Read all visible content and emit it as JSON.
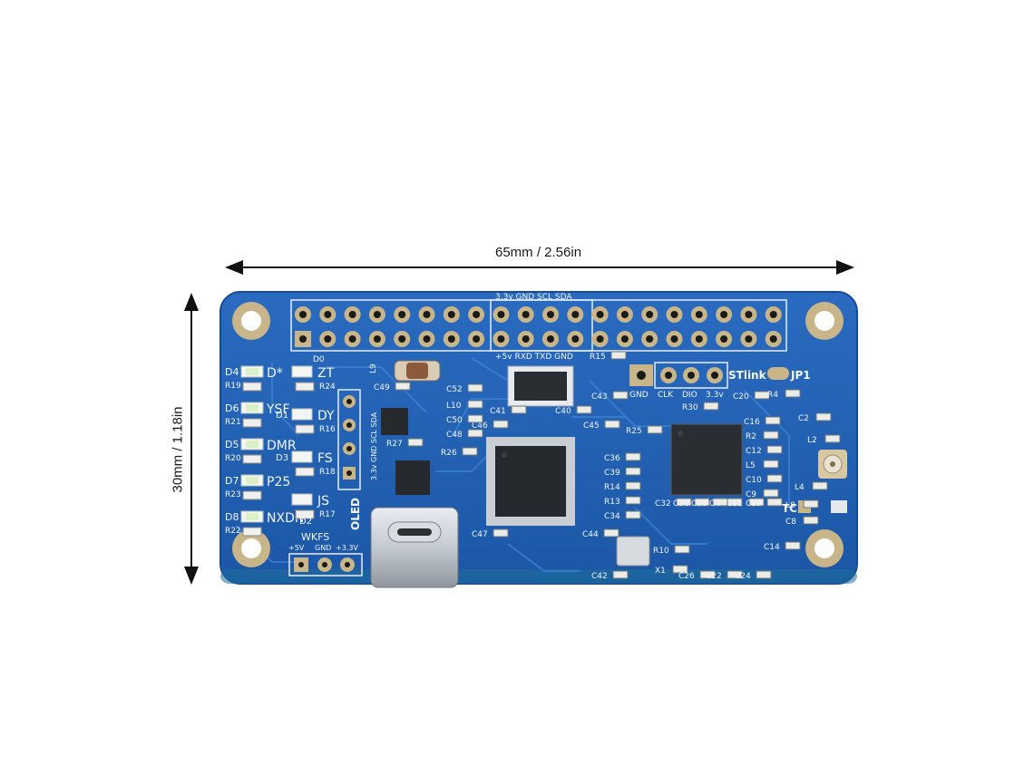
{
  "dimensions": {
    "width_text": "65mm / 2.56in",
    "height_text": "30mm / 1.18in"
  },
  "board": {
    "color": "#1f5fb0",
    "header_top_labels": "3.3v GND SCL SDA",
    "header_bottom_labels": "+5v RXD TXD GND",
    "d0": "D0",
    "l9": "L9",
    "stlink": "STlink",
    "jp1": "JP1",
    "stlink_pins": [
      "GND",
      "CLK",
      "DIO",
      "3.3v"
    ],
    "oled": "OLED",
    "oled_pins": "3.3v GND SCL SDA",
    "wkfs": "WKFS",
    "wkfs_pins": [
      "+5V",
      "GND",
      "+3.3V"
    ],
    "tc": "TC",
    "leds": [
      {
        "ref": "D4",
        "label": "D*",
        "res": "R19"
      },
      {
        "ref": "D6",
        "label": "YSF",
        "res": "R21"
      },
      {
        "ref": "D5",
        "label": "DMR",
        "res": "R20"
      },
      {
        "ref": "D7",
        "label": "P25",
        "res": "R23"
      },
      {
        "ref": "D8",
        "label": "NXDN",
        "res": "R22"
      }
    ],
    "mid_leds": [
      {
        "ref": "",
        "label": "ZT",
        "res": "R24"
      },
      {
        "ref": "D1",
        "label": "DY",
        "res": "R16"
      },
      {
        "ref": "D3",
        "label": "FS",
        "res": "R18"
      },
      {
        "ref": "",
        "label": "JS",
        "res": "R17"
      }
    ],
    "d2": "D2",
    "refs": [
      "R15",
      "C43",
      "C41",
      "C40",
      "C46",
      "C45",
      "R25",
      "R27",
      "R26",
      "C52",
      "L10",
      "C50",
      "C48",
      "C49",
      "C36",
      "C39",
      "R14",
      "R13",
      "C34",
      "C47",
      "C44",
      "C42",
      "X1",
      "C20",
      "R4",
      "R30",
      "C16",
      "R2",
      "C12",
      "L5",
      "C10",
      "C9",
      "L8",
      "C8",
      "C14",
      "L4",
      "L2",
      "C2",
      "R10",
      "C26",
      "C22",
      "C24",
      "C32",
      "C30",
      "C28",
      "C4",
      "L12",
      "C19"
    ]
  }
}
